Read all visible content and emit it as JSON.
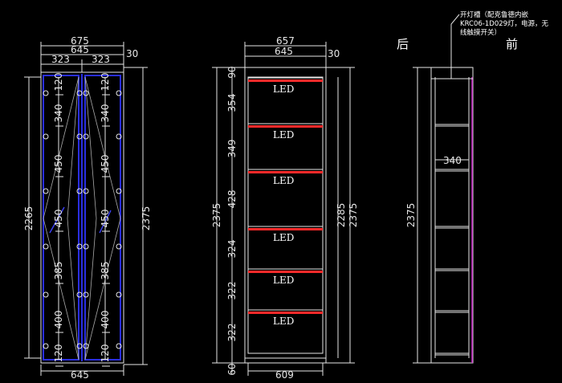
{
  "colors": {
    "background": "#000000",
    "line": "#e6e6e6",
    "led_strip": "#ff2a2a",
    "panel": "#1b1fb8",
    "side_accent": "#c020c0"
  },
  "front_view": {
    "width_outer": "675",
    "width_inner": "645",
    "half_left": "323",
    "half_right": "323",
    "offset": "30",
    "height_left": "2265",
    "height_right": "2375",
    "bottom_width": "645",
    "hole_spacing": [
      "120",
      "340",
      "450",
      "450",
      "385",
      "400",
      "120"
    ]
  },
  "section_view": {
    "width_outer": "657",
    "width_inner": "645",
    "offset": "30",
    "height_left": "2375",
    "height_right_outer": "2375",
    "height_right_inner": "2285",
    "shelf_spacing": [
      "90",
      "354",
      "349",
      "428",
      "324",
      "322",
      "322",
      "60"
    ],
    "led_label": "LED",
    "bottom_width": "609"
  },
  "side_view": {
    "label_back": "后",
    "label_front": "前",
    "note_line1": "开灯槽（配克鲁德内嵌",
    "note_line2": "KRC06-1D029灯，电源，无",
    "note_line3": "线触摸开关）",
    "depth": "340",
    "height": "2375"
  }
}
